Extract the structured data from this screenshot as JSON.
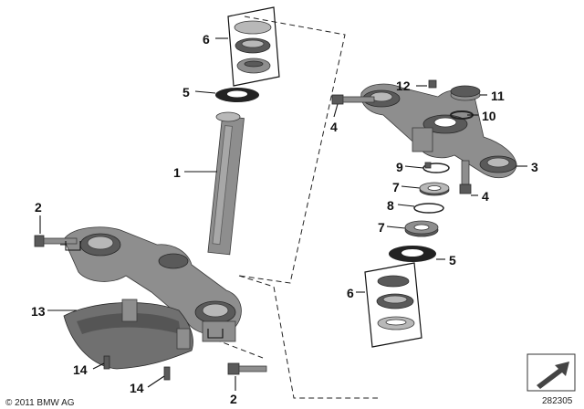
{
  "callouts": {
    "c1": "1",
    "c2a": "2",
    "c2b": "2",
    "c3": "3",
    "c4a": "4",
    "c4b": "4",
    "c5a": "5",
    "c5b": "5",
    "c6a": "6",
    "c6b": "6",
    "c7a": "7",
    "c7b": "7",
    "c8": "8",
    "c9": "9",
    "c10": "10",
    "c11": "11",
    "c12": "12",
    "c13": "13",
    "c14a": "14",
    "c14b": "14"
  },
  "footer": {
    "copyright": "© 2011 BMW AG",
    "diagram_number": "282305"
  },
  "colors": {
    "part_fill": "#8e8e8e",
    "part_light": "#b8b8b8",
    "part_dark": "#5a5a5a",
    "line": "#111111"
  }
}
